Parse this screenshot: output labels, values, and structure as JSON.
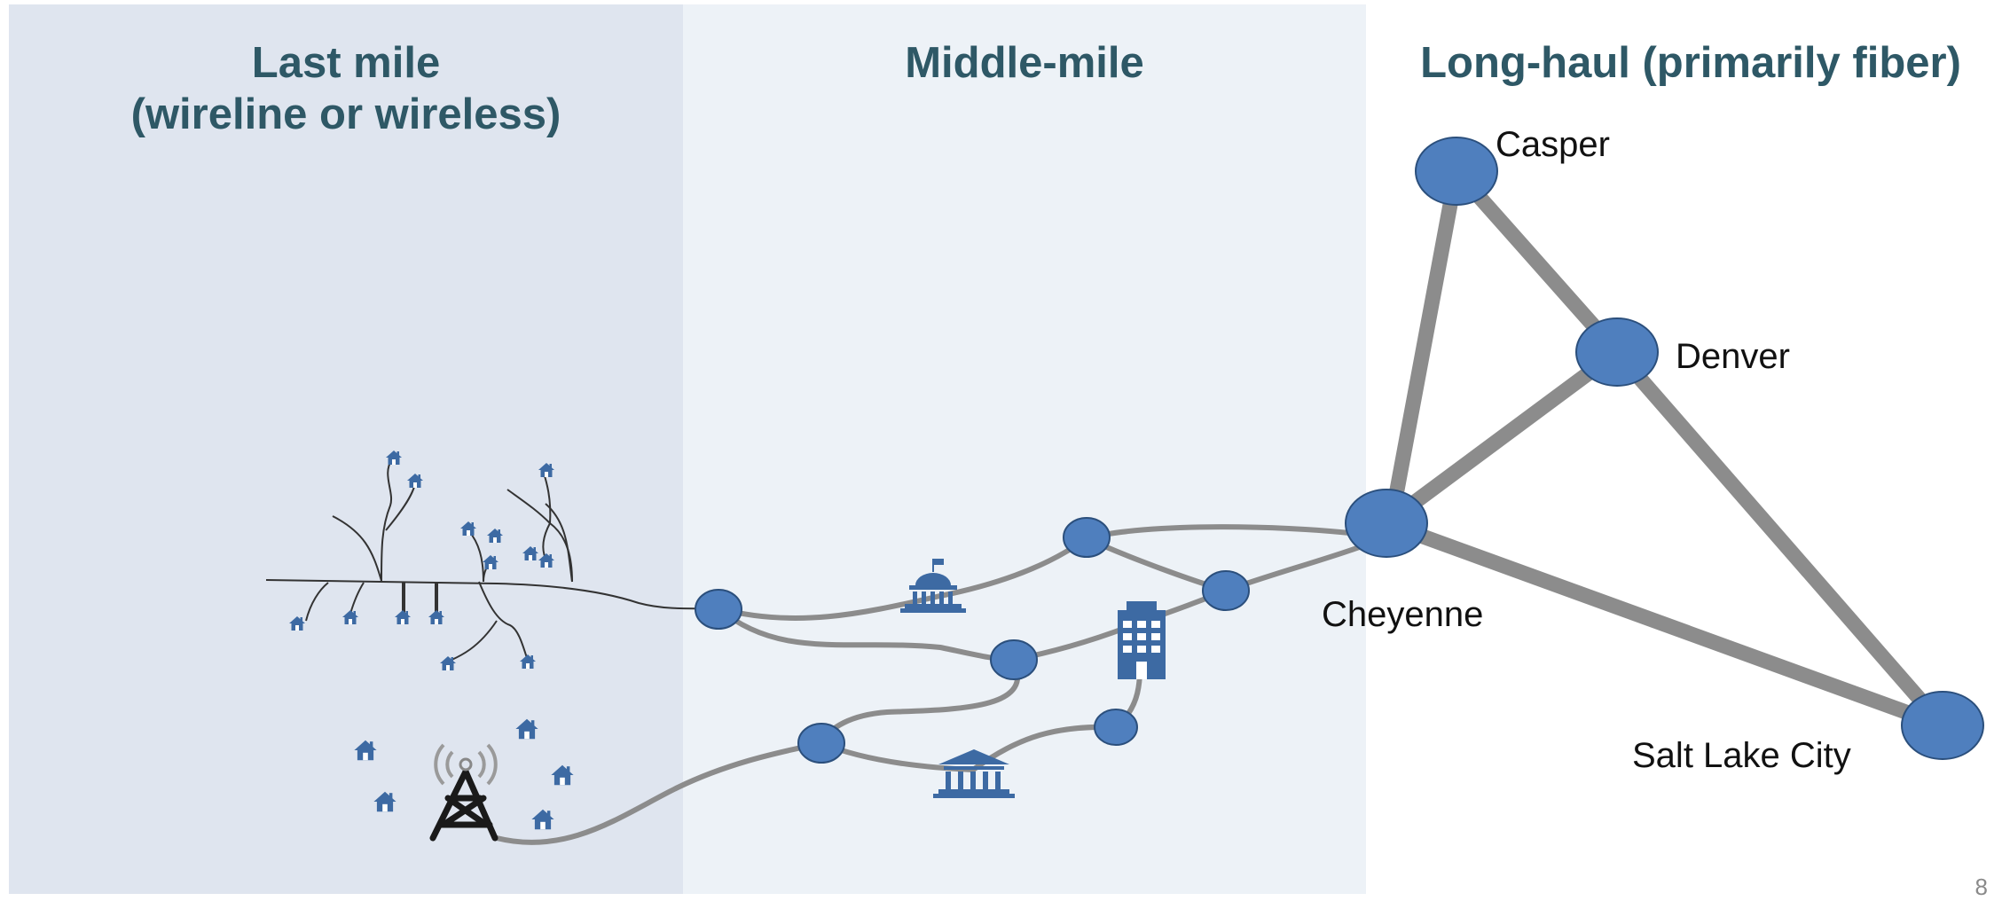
{
  "sections": {
    "last_mile": {
      "title_line1": "Last mile",
      "title_line2": "(wireline or wireless)"
    },
    "middle_mile": {
      "title": "Middle-mile"
    },
    "long_haul": {
      "title": "Long-haul (primarily fiber)"
    }
  },
  "cities": {
    "casper": "Casper",
    "denver": "Denver",
    "cheyenne": "Cheyenne",
    "salt_lake_city": "Salt Lake City"
  },
  "page_number": "8",
  "colors": {
    "node_fill": "#4f7fbe",
    "node_stroke": "#2b4f7c",
    "link": "#8c8c8c",
    "heading": "#2e5866",
    "last_mile_bg": "#dfe5ef",
    "middle_mile_bg": "#edf2f7",
    "icon": "#3d6aa3"
  },
  "icons": [
    "house-icon",
    "cell-tower-icon",
    "government-building-icon",
    "office-building-icon",
    "school-icon"
  ]
}
